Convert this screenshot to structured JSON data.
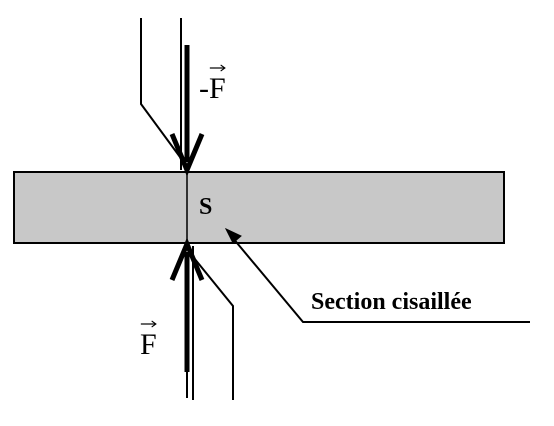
{
  "diagram": {
    "labels": {
      "minus_f_sign": "-",
      "minus_f_symbol": "F",
      "f_symbol": "F",
      "section_symbol": "S",
      "section_caption": "Section cisaillée"
    },
    "colors": {
      "bar_fill": "#c8c8c8",
      "stroke": "#000000",
      "background": "#ffffff"
    }
  }
}
